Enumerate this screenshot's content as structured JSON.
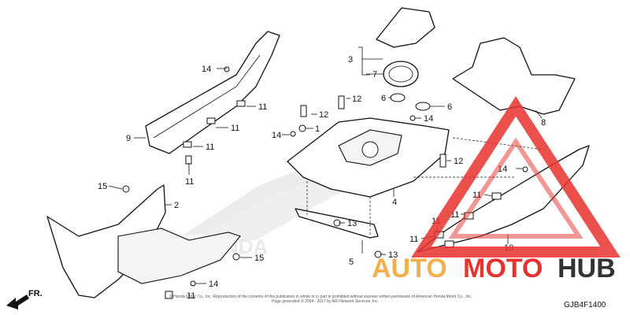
{
  "callouts": {
    "c1": "1",
    "c2": "2",
    "c3": "3",
    "c4": "4",
    "c5": "5",
    "c6a": "6",
    "c6b": "6",
    "c7": "7",
    "c8": "8",
    "c9": "9",
    "c10": "10",
    "c11a": "11",
    "c11b": "11",
    "c11c": "11",
    "c11d": "11",
    "c11e": "11",
    "c11f": "11",
    "c11g": "11",
    "c11h": "11",
    "c11i": "11",
    "c12a": "12",
    "c12b": "12",
    "c12c": "12",
    "c13a": "13",
    "c13b": "13",
    "c14a": "14",
    "c14b": "14",
    "c14c": "14",
    "c14d": "14",
    "c15a": "15",
    "c15b": "15"
  },
  "direction_label": "FR.",
  "diagram_code": "GJB4F1400",
  "copyright_line1": "© Honda Motor Co., Inc. Reproduction of the contents of this publication in whole or in part is prohibited without express written permission of American Honda Motor Co., Inc.",
  "copyright_line2": "Page generated © 2004 - 2017 by ARI Network Services, Inc.",
  "watermark": {
    "part1": "AUTO",
    "part2": "MOTO",
    "part3": "HUB",
    "colors": {
      "accent": "#e8322f",
      "gold": "#f2b04c",
      "dark": "#333333"
    }
  },
  "background_logo_text": "HONDA"
}
